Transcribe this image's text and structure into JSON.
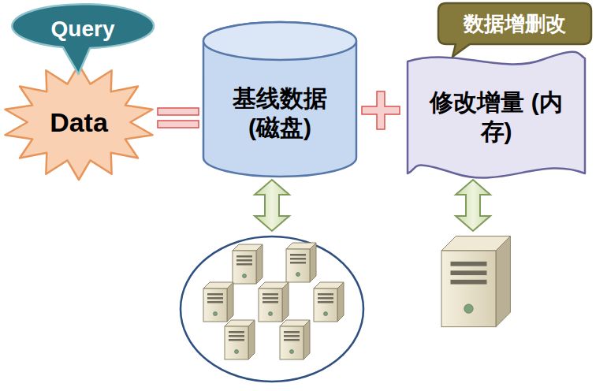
{
  "diagram": {
    "nodes": [
      {
        "text": [
          "Query"
        ]
      },
      {
        "text": [
          "Data"
        ]
      },
      {
        "text": [
          "基线数据 (磁盘)"
        ]
      },
      {
        "text": [
          "数据增删改"
        ]
      },
      {
        "text": [
          "修改增量 (内存)"
        ]
      }
    ]
  }
}
